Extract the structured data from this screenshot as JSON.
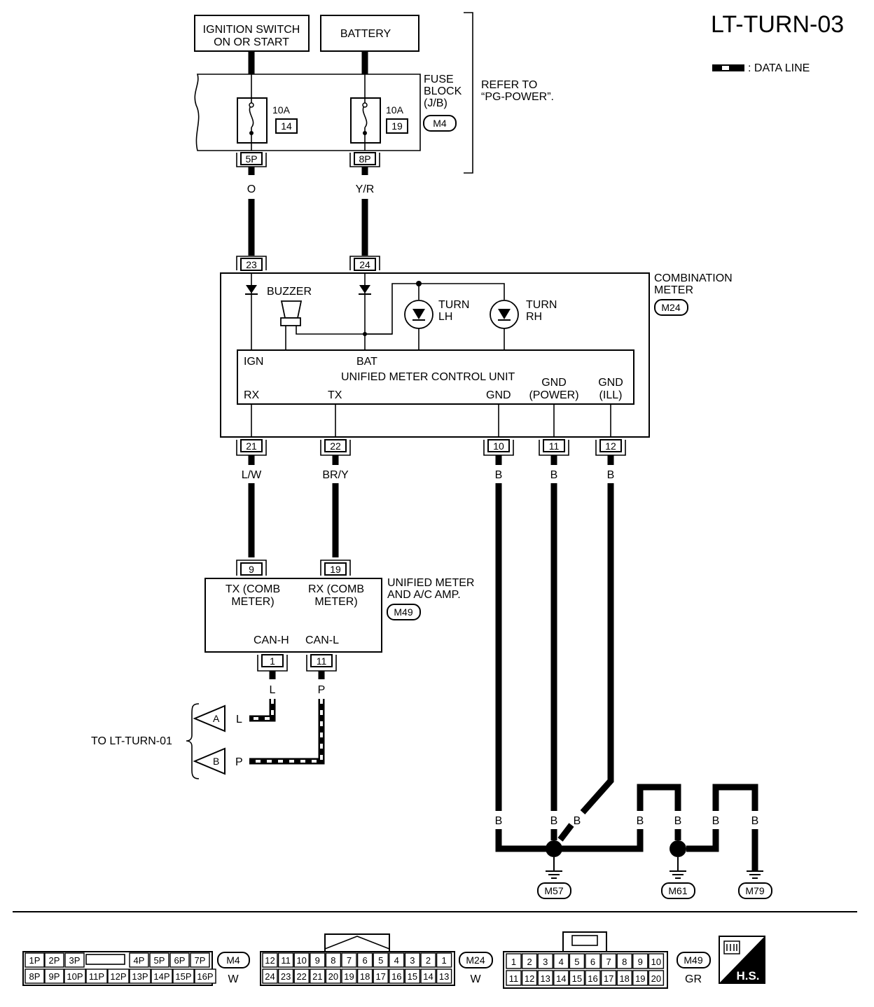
{
  "page_id": "LT-TURN-03",
  "legend": {
    "data_line": ": DATA LINE"
  },
  "sources": {
    "ignition": [
      "IGNITION SWITCH",
      "ON OR START"
    ],
    "battery": "BATTERY"
  },
  "fuse_block": {
    "label": [
      "FUSE",
      "BLOCK",
      "(J/B)"
    ],
    "connector": "M4",
    "refer": [
      "REFER TO",
      "“PG-POWER”."
    ],
    "fuses": [
      {
        "amp": "10A",
        "num": "14",
        "term": "5P"
      },
      {
        "amp": "10A",
        "num": "19",
        "term": "8P"
      }
    ]
  },
  "wire_colors": {
    "ign": "O",
    "bat": "Y/R",
    "rx": "L/W",
    "tx": "BR/Y",
    "gnd": "B",
    "can_h": "L",
    "can_l": "P"
  },
  "combination_meter": {
    "label": [
      "COMBINATION",
      "METER"
    ],
    "connector": "M24",
    "buzzer": "BUZZER",
    "turn_lh": [
      "TURN",
      "LH"
    ],
    "turn_rh": [
      "TURN",
      "RH"
    ],
    "terms_in": [
      "23",
      "24"
    ],
    "terms_out": [
      "21",
      "22",
      "10",
      "11",
      "12"
    ],
    "cu": {
      "name": "UNIFIED METER CONTROL UNIT",
      "ign": "IGN",
      "bat": "BAT",
      "rx": "RX",
      "tx": "TX",
      "gnd": "GND",
      "gnd_power": [
        "GND",
        "(POWER)"
      ],
      "gnd_ill": [
        "GND",
        "(ILL)"
      ]
    }
  },
  "amp": {
    "label": [
      "UNIFIED METER",
      "AND A/C AMP."
    ],
    "connector": "M49",
    "tx": [
      "TX (COMB",
      "METER)"
    ],
    "rx": [
      "RX (COMB",
      "METER)"
    ],
    "can_h": "CAN-H",
    "can_l": "CAN-L",
    "terms_in": [
      "9",
      "19"
    ],
    "terms_out": [
      "1",
      "11"
    ]
  },
  "to_lt_turn_01": {
    "label": "TO LT-TURN-01",
    "a": "A",
    "b": "B",
    "wire_a": "L",
    "wire_b": "P"
  },
  "grounds": [
    "M57",
    "M61",
    "M79"
  ],
  "connectors": {
    "m4": {
      "id": "M4",
      "color": "W",
      "row1": [
        "1P",
        "2P",
        "3P",
        "4P",
        "5P",
        "6P",
        "7P"
      ],
      "row2": [
        "8P",
        "9P",
        "10P",
        "11P",
        "12P",
        "13P",
        "14P",
        "15P",
        "16P"
      ]
    },
    "m24": {
      "id": "M24",
      "color": "W",
      "row1": [
        "12",
        "11",
        "10",
        "9",
        "8",
        "7",
        "6",
        "5",
        "4",
        "3",
        "2",
        "1"
      ],
      "row2": [
        "24",
        "23",
        "22",
        "21",
        "20",
        "19",
        "18",
        "17",
        "16",
        "15",
        "14",
        "13"
      ]
    },
    "m49": {
      "id": "M49",
      "color": "GR",
      "row1": [
        "1",
        "2",
        "3",
        "4",
        "5",
        "6",
        "7",
        "8",
        "9",
        "10"
      ],
      "row2": [
        "11",
        "12",
        "13",
        "14",
        "15",
        "16",
        "17",
        "18",
        "19",
        "20"
      ]
    }
  },
  "hs_badge": "H.S."
}
